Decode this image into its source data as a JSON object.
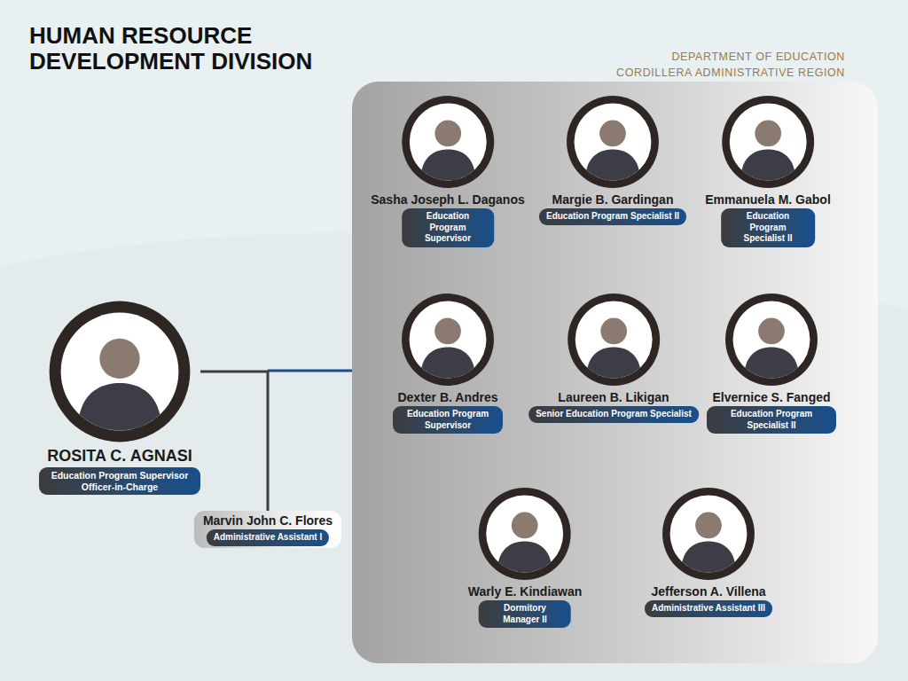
{
  "diagram": {
    "title": "HUMAN RESOURCE DEVELOPMENT DIVISION",
    "nodes": [
      {
        "text": [
          "ROSITA C. AGNASI",
          "Education Program Supervisor Officer-in-Charge"
        ]
      },
      {
        "text": [
          "Marvin John C. Flores",
          "Administrative Assistant I"
        ]
      },
      {
        "text": [
          "Sasha Joseph L. Daganos",
          "Education Program Supervisor"
        ]
      },
      {
        "text": [
          "Margie B. Gardingan",
          "Education Program Specialist II"
        ]
      },
      {
        "text": [
          "Emmanuela M. Gabol",
          "Education Program Specialist II"
        ]
      },
      {
        "text": [
          "Dexter B. Andres",
          "Education Program Supervisor"
        ]
      },
      {
        "text": [
          "Laureen B. Likigan",
          "Senior Education Program Specialist"
        ]
      },
      {
        "text": [
          "Elvernice S. Fanged",
          "Education Program Specialist II"
        ]
      },
      {
        "text": [
          "Warly E. Kindiawan",
          "Dormitory Manager II"
        ]
      },
      {
        "text": [
          "Jefferson A. Villena",
          "Administrative Assistant III"
        ]
      }
    ],
    "edges": [
      {
        "from": 0,
        "to": 1,
        "arrow": "none"
      }
    ],
    "labels": [
      "DEPARTMENT OF EDUCATION",
      "CORDILLERA ADMINISTRATIVE REGION"
    ]
  }
}
